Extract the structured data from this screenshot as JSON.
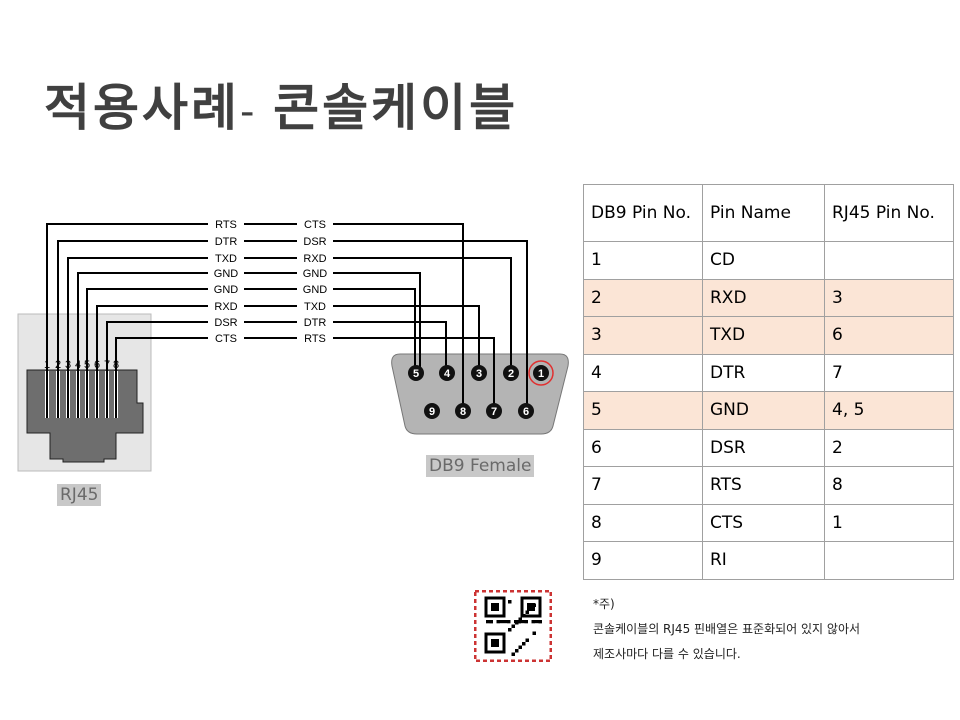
{
  "title": {
    "main": "적용사례",
    "dash": "- ",
    "sub": "콘솔케이블"
  },
  "diagram": {
    "rj45_label": "RJ45",
    "db9_label": "DB9 Female",
    "rj45_pins": [
      "1",
      "2",
      "3",
      "4",
      "5",
      "6",
      "7",
      "8"
    ],
    "wires": [
      {
        "rj45": "RTS",
        "db9": "CTS",
        "rj45_pin": 1,
        "db9_pin": 8
      },
      {
        "rj45": "DTR",
        "db9": "DSR",
        "rj45_pin": 2,
        "db9_pin": 6
      },
      {
        "rj45": "TXD",
        "db9": "RXD",
        "rj45_pin": 3,
        "db9_pin": 2
      },
      {
        "rj45": "GND",
        "db9": "GND",
        "rj45_pin": 4,
        "db9_pin": 5
      },
      {
        "rj45": "GND",
        "db9": "GND",
        "rj45_pin": 5,
        "db9_pin": 5
      },
      {
        "rj45": "RXD",
        "db9": "TXD",
        "rj45_pin": 6,
        "db9_pin": 3
      },
      {
        "rj45": "DSR",
        "db9": "DTR",
        "rj45_pin": 7,
        "db9_pin": 4
      },
      {
        "rj45": "CTS",
        "db9": "RTS",
        "rj45_pin": 8,
        "db9_pin": 7
      }
    ],
    "db9_pins": [
      "1",
      "2",
      "3",
      "4",
      "5",
      "6",
      "7",
      "8",
      "9"
    ],
    "highlight_color": "#e03030"
  },
  "table": {
    "headers": [
      "DB9 Pin No.",
      "Pin Name",
      "RJ45 Pin No."
    ],
    "rows": [
      {
        "cells": [
          "1",
          "CD",
          ""
        ],
        "hl": false
      },
      {
        "cells": [
          "2",
          "RXD",
          "3"
        ],
        "hl": true
      },
      {
        "cells": [
          "3",
          "TXD",
          "6"
        ],
        "hl": true
      },
      {
        "cells": [
          "4",
          "DTR",
          "7"
        ],
        "hl": false
      },
      {
        "cells": [
          "5",
          "GND",
          "4, 5"
        ],
        "hl": true
      },
      {
        "cells": [
          "6",
          "DSR",
          "2"
        ],
        "hl": false
      },
      {
        "cells": [
          "7",
          "RTS",
          "8"
        ],
        "hl": false
      },
      {
        "cells": [
          "8",
          "CTS",
          "1"
        ],
        "hl": false
      },
      {
        "cells": [
          "9",
          "RI",
          ""
        ],
        "hl": false
      }
    ],
    "highlight_color": "#fbe5d6"
  },
  "notes": {
    "head": "*주)",
    "line1": "콘솔케이블의  RJ45 핀배열은 표준화되어 있지 않아서",
    "line2": "제조사마다 다를 수 있습니다."
  }
}
